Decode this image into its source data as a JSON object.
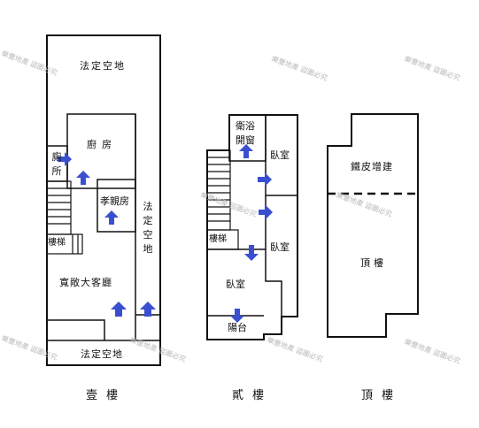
{
  "floors": {
    "first": {
      "title": "壹樓",
      "rooms": {
        "yard_top": "法定空地",
        "kitchen": "廚房",
        "toilet": "廁\n所",
        "parents_room": "孝親房",
        "yard_side": "法\n定\n空\n地",
        "stairs": "樓梯",
        "living_room": "寬敞大客廳",
        "yard_bottom": "法定空地"
      }
    },
    "second": {
      "title": "貳樓",
      "rooms": {
        "bath": "衛浴",
        "window": "開窗",
        "bedroom_a": "臥室",
        "bedroom_b": "臥室",
        "stairs": "樓梯",
        "bedroom_c": "臥室",
        "balcony": "陽台"
      }
    },
    "roof": {
      "title": "頂樓",
      "rooms": {
        "iron_addition": "鐵皮增建",
        "rooftop": "頂樓"
      }
    }
  },
  "watermark": "樂豐地產 盜圖必究",
  "colors": {
    "wall": "#111111",
    "arrow": "#3a4fd0",
    "watermark": "#b9b9b9"
  }
}
